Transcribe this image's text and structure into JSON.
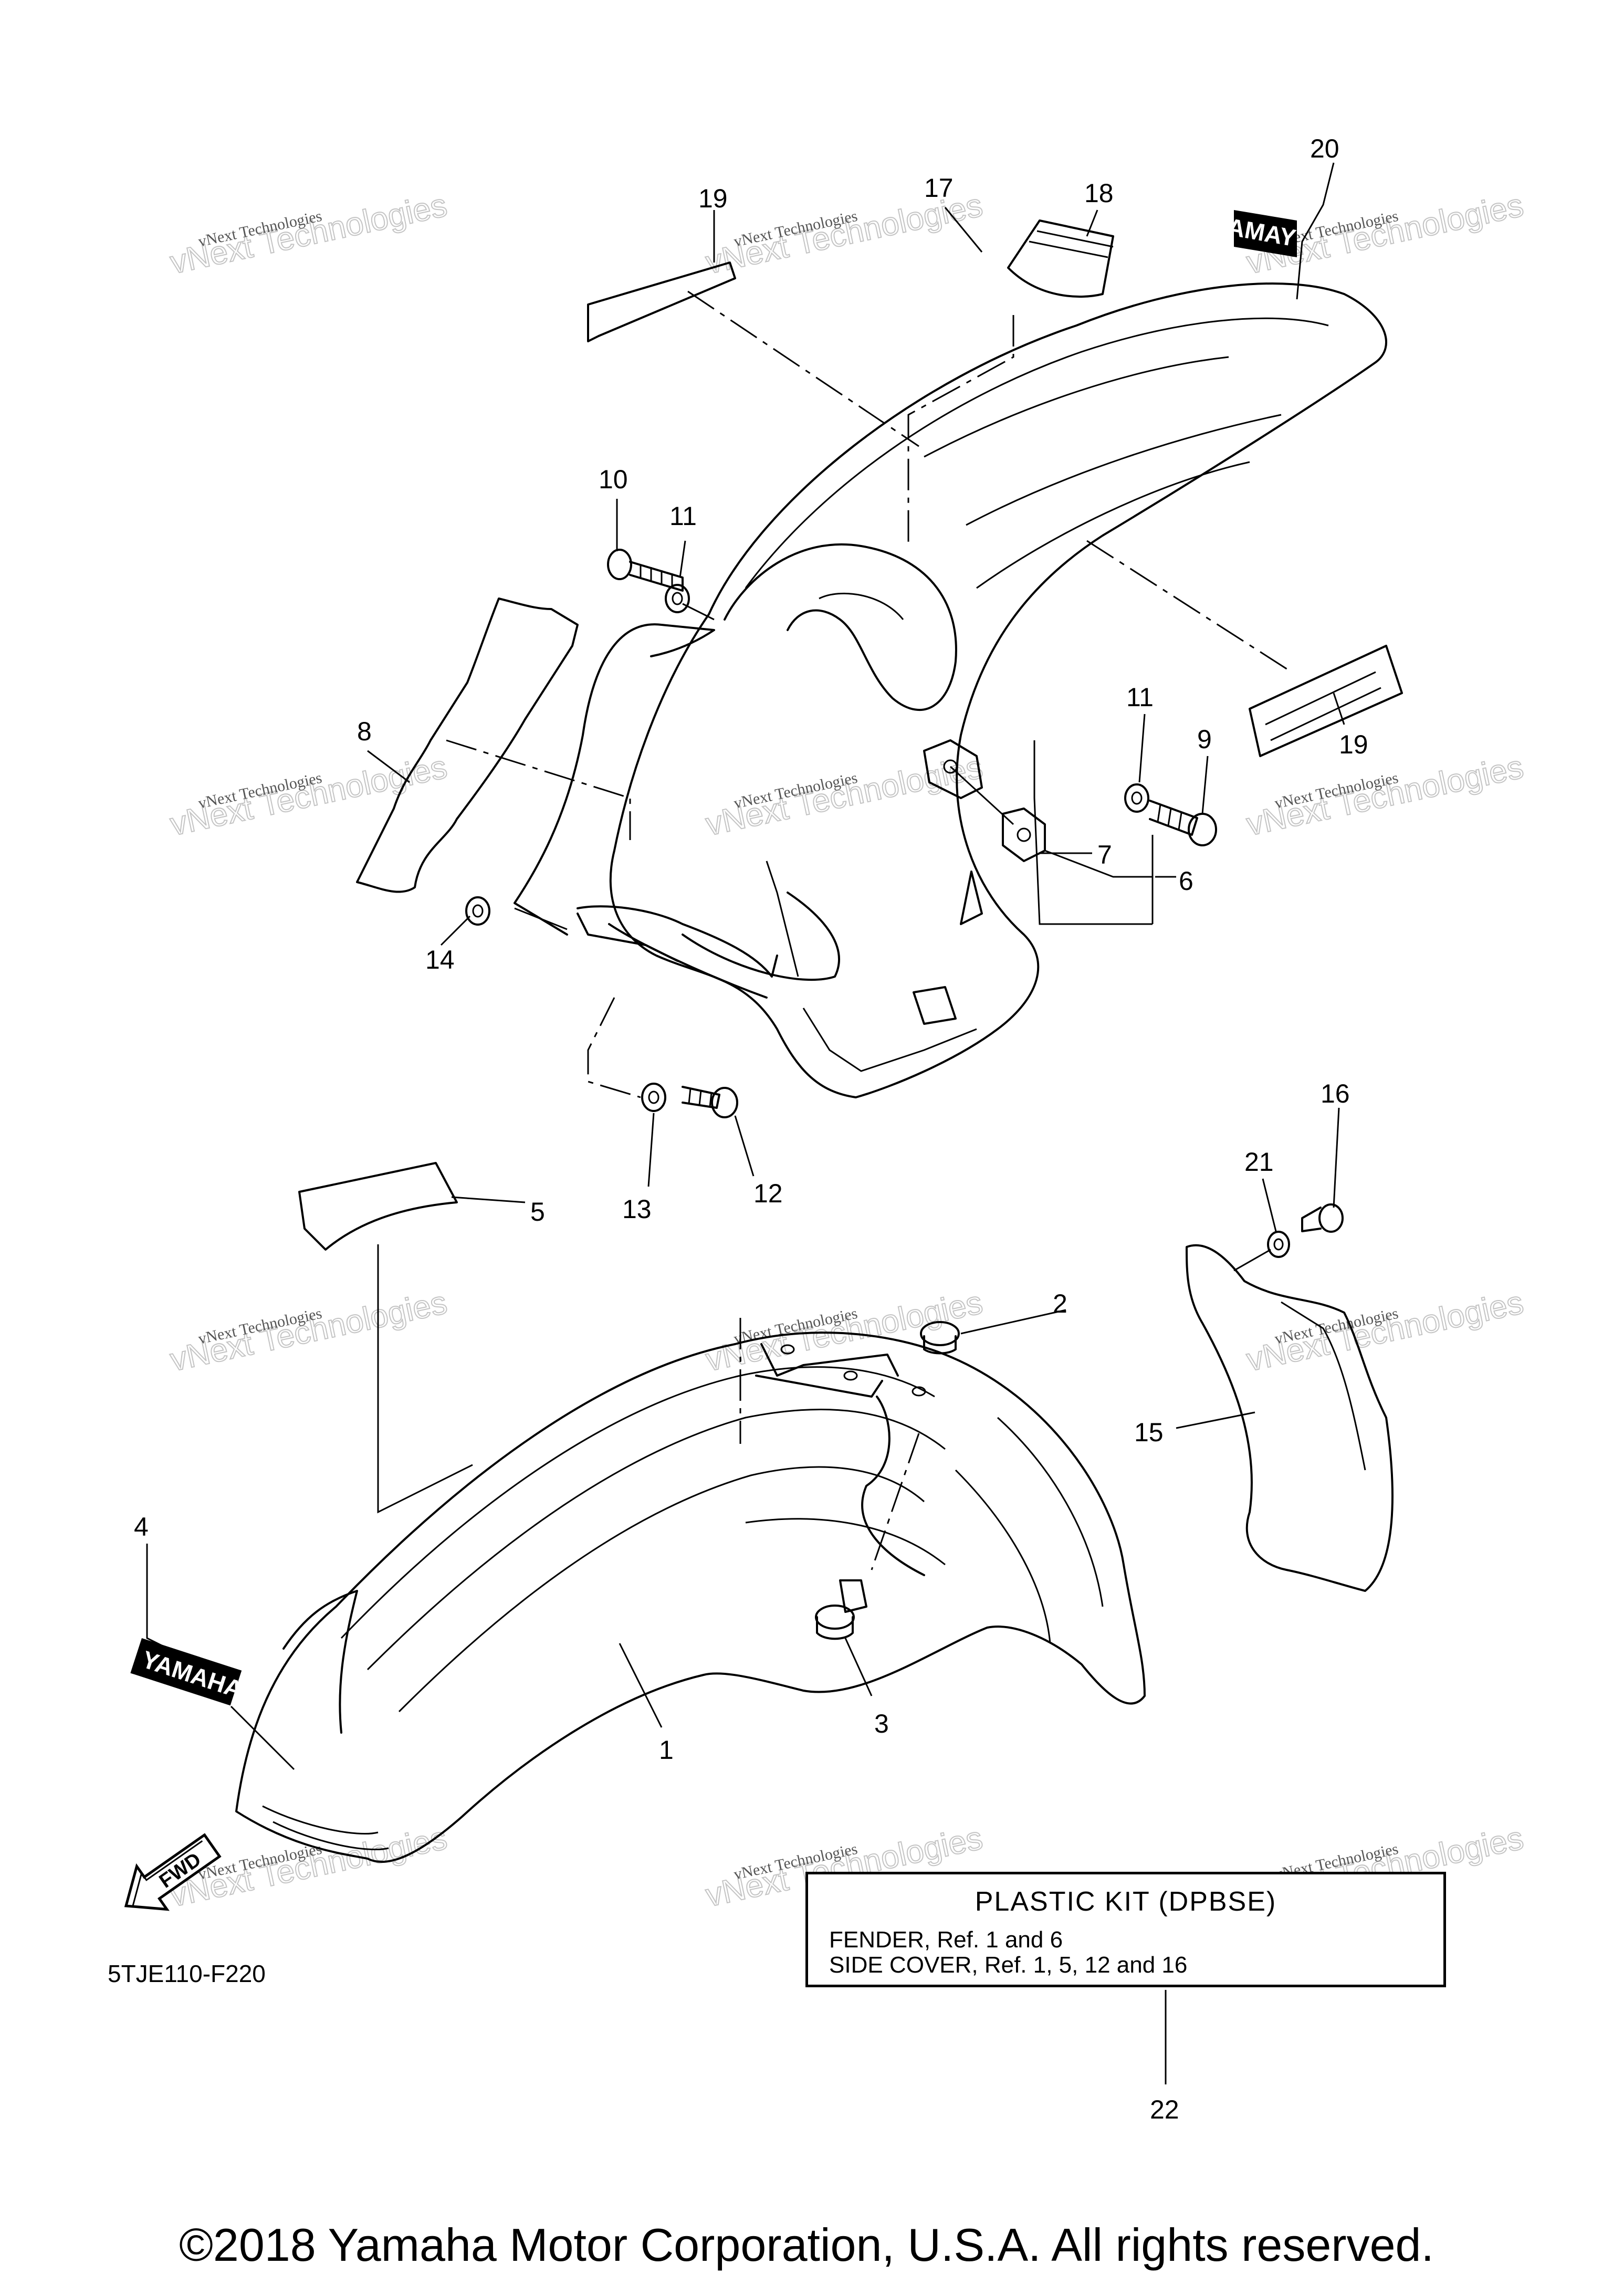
{
  "callouts": {
    "c1": "1",
    "c2": "2",
    "c3": "3",
    "c4": "4",
    "c5": "5",
    "c6": "6",
    "c7": "7",
    "c8": "8",
    "c9": "9",
    "c10": "10",
    "c11a": "11",
    "c11b": "11",
    "c12": "12",
    "c13": "13",
    "c14": "14",
    "c15": "15",
    "c16": "16",
    "c17": "17",
    "c18": "18",
    "c19a": "19",
    "c19b": "19",
    "c20": "20",
    "c21": "21",
    "c22": "22"
  },
  "decals": {
    "yamaha": "YAMAHA",
    "fwd": "FWD"
  },
  "diagram_code": "5TJE110-F220",
  "watermark": {
    "line1": "vNext Technologies",
    "line2": "vNext Technologies"
  },
  "plastic_kit": {
    "title": "PLASTIC KIT (DPBSE)",
    "line1": "FENDER, Ref. 1 and 6",
    "line2": "SIDE COVER, Ref. 1, 5, 12 and 16"
  },
  "copyright": "©2018 Yamaha Motor Corporation, U.S.A. All rights reserved."
}
